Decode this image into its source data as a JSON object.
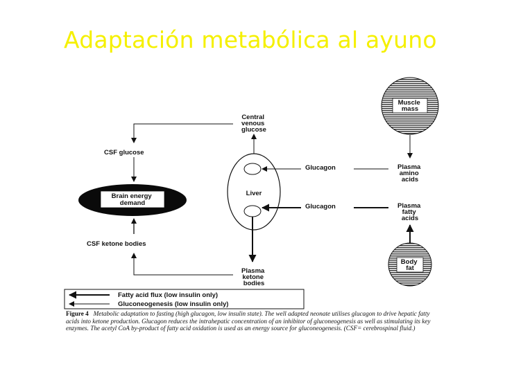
{
  "slide": {
    "title": "Adaptación metabólica  al ayuno"
  },
  "diagram": {
    "central_venous_glucose": [
      "Central",
      "venous",
      "glucose"
    ],
    "csf_glucose": "CSF glucose",
    "brain": [
      "Brain energy",
      "demand"
    ],
    "csf_ketone": "CSF ketone bodies",
    "liver": "Liver",
    "glucagon_1": "Glucagon",
    "glucagon_2": "Glucagon",
    "muscle": [
      "Muscle",
      "mass"
    ],
    "plasma_amino": [
      "Plasma",
      "amino",
      "acids"
    ],
    "plasma_fatty": [
      "Plasma",
      "fatty",
      "acids"
    ],
    "body_fat": [
      "Body",
      "fat"
    ],
    "plasma_ketone": [
      "Plasma",
      "ketone",
      "bodies"
    ]
  },
  "legend": {
    "fatty_acid_flux": "Fatty acid flux (low insulin only)",
    "gluconeogenesis": "Gluconeogenesis (low insulin only)"
  },
  "caption": {
    "label": "Figure 4",
    "text": "Metabolic adaptation to fasting (high glucagon, low insulin state). The well adapted neonate utilises glucagon to drive hepatic fatty acids into ketone production. Glucagon reduces the intrahepatic concentration of an inhibitor of gluconeogenesis as well as stimulating its key enzymes. The acetyl CoA by-product of fatty acid oxidation is used as an energy source for gluconeogenesis. (CSF= cerebrospinal fluid.)"
  }
}
